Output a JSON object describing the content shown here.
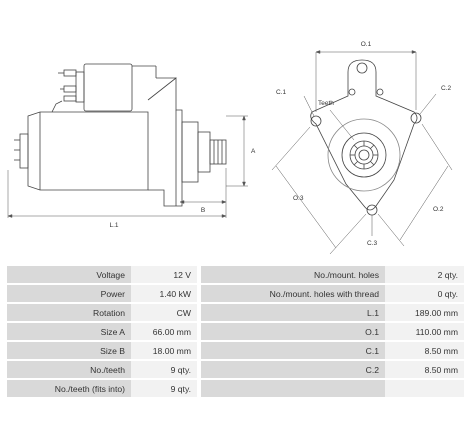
{
  "drawing": {
    "labels": {
      "A": "A",
      "B": "B",
      "L1": "L.1",
      "O1": "O.1",
      "O2": "O.2",
      "O3": "O.3",
      "C1": "C.1",
      "C2": "C.2",
      "C3": "C.3",
      "teeth": "Teeth"
    }
  },
  "specs": {
    "rows": [
      {
        "l1": "Voltage",
        "v1": "12 V",
        "l2": "No./mount. holes",
        "v2": "2 qty."
      },
      {
        "l1": "Power",
        "v1": "1.40 kW",
        "l2": "No./mount. holes with thread",
        "v2": "0 qty."
      },
      {
        "l1": "Rotation",
        "v1": "CW",
        "l2": "L.1",
        "v2": "189.00 mm"
      },
      {
        "l1": "Size A",
        "v1": "66.00 mm",
        "l2": "O.1",
        "v2": "110.00 mm"
      },
      {
        "l1": "Size B",
        "v1": "18.00 mm",
        "l2": "C.1",
        "v2": "8.50 mm"
      },
      {
        "l1": "No./teeth",
        "v1": "9 qty.",
        "l2": "C.2",
        "v2": "8.50 mm"
      },
      {
        "l1": "No./teeth (fits into)",
        "v1": "9 qty.",
        "l2": "",
        "v2": ""
      }
    ]
  }
}
